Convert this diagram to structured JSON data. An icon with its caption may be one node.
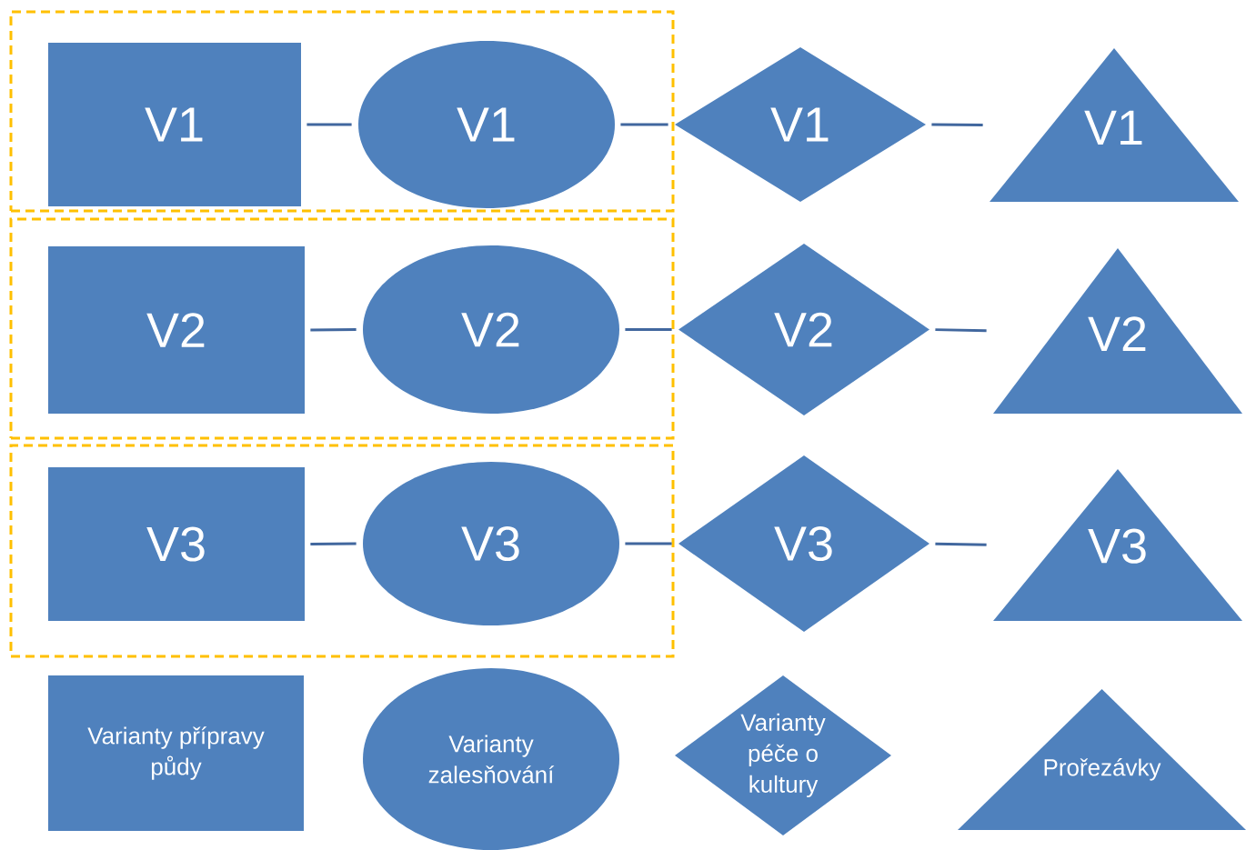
{
  "diagram": {
    "nodes": [
      {
        "text": [],
        "shape": "box"
      },
      {
        "text": [
          "V1"
        ],
        "in": 0
      },
      {
        "text": [
          "V1"
        ],
        "in": 0
      },
      {
        "text": [
          "V1"
        ]
      },
      {
        "text": [
          "V1"
        ]
      },
      {
        "text": [],
        "shape": "box"
      },
      {
        "text": [
          "V2"
        ],
        "in": 5
      },
      {
        "text": [
          "V2"
        ],
        "in": 5
      },
      {
        "text": [
          "V2"
        ]
      },
      {
        "text": [
          "V2"
        ]
      },
      {
        "text": [],
        "shape": "box"
      },
      {
        "text": [
          "V3"
        ],
        "in": 10
      },
      {
        "text": [
          "V3"
        ],
        "in": 10
      },
      {
        "text": [
          "V3"
        ]
      },
      {
        "text": [
          "V3"
        ]
      },
      {
        "text": [
          "Varianty přípravy půdy"
        ]
      },
      {
        "text": [
          "Varianty zalesňování"
        ]
      },
      {
        "text": [
          "Varianty péče o kultury"
        ]
      },
      {
        "text": [
          "Prořezávky"
        ]
      }
    ],
    "edges": [
      {
        "from": 1,
        "to": 2,
        "arrow": "none"
      },
      {
        "from": 2,
        "to": 3,
        "arrow": "none"
      },
      {
        "from": 3,
        "to": 4,
        "arrow": "none"
      },
      {
        "from": 6,
        "to": 7,
        "arrow": "none"
      },
      {
        "from": 7,
        "to": 8,
        "arrow": "none"
      },
      {
        "from": 8,
        "to": 9,
        "arrow": "none"
      },
      {
        "from": 11,
        "to": 12,
        "arrow": "none"
      },
      {
        "from": 12,
        "to": 13,
        "arrow": "none"
      },
      {
        "from": 13,
        "to": 14,
        "arrow": "none"
      }
    ]
  }
}
